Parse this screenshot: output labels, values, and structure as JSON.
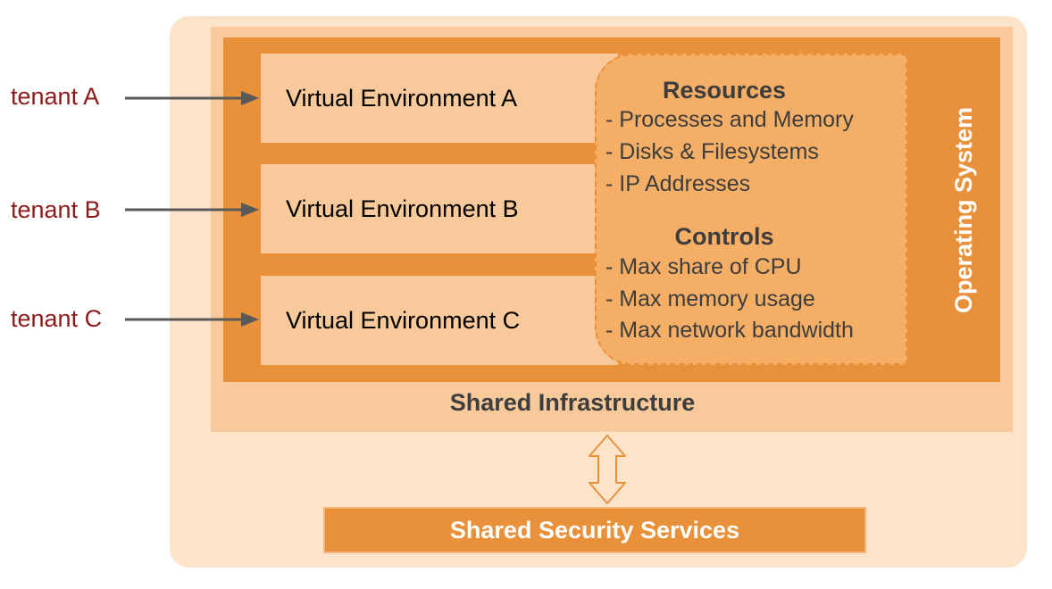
{
  "tenants": [
    {
      "label": "tenant A"
    },
    {
      "label": "tenant B"
    },
    {
      "label": "tenant C"
    }
  ],
  "environments": [
    {
      "label": "Virtual Environment A"
    },
    {
      "label": "Virtual Environment B"
    },
    {
      "label": "Virtual Environment C"
    }
  ],
  "resources": {
    "title": "Resources",
    "items": [
      "- Processes and Memory",
      "- Disks & Filesystems",
      "- IP Addresses"
    ]
  },
  "controls": {
    "title": "Controls",
    "items": [
      "- Max share of CPU",
      "- Max memory usage",
      "- Max network bandwidth"
    ]
  },
  "operating_system": {
    "label": "Operating System"
  },
  "shared_infrastructure": {
    "label": "Shared Infrastructure"
  },
  "shared_security": {
    "label": "Shared Security Services"
  },
  "colors": {
    "outer_background": "#fce4ca",
    "infrastructure": "#f8c99a",
    "operating_system": "#e8913a",
    "resources_panel": "#f5ae66",
    "tenant_text": "#8b1a1a",
    "arrow": "#595959"
  }
}
